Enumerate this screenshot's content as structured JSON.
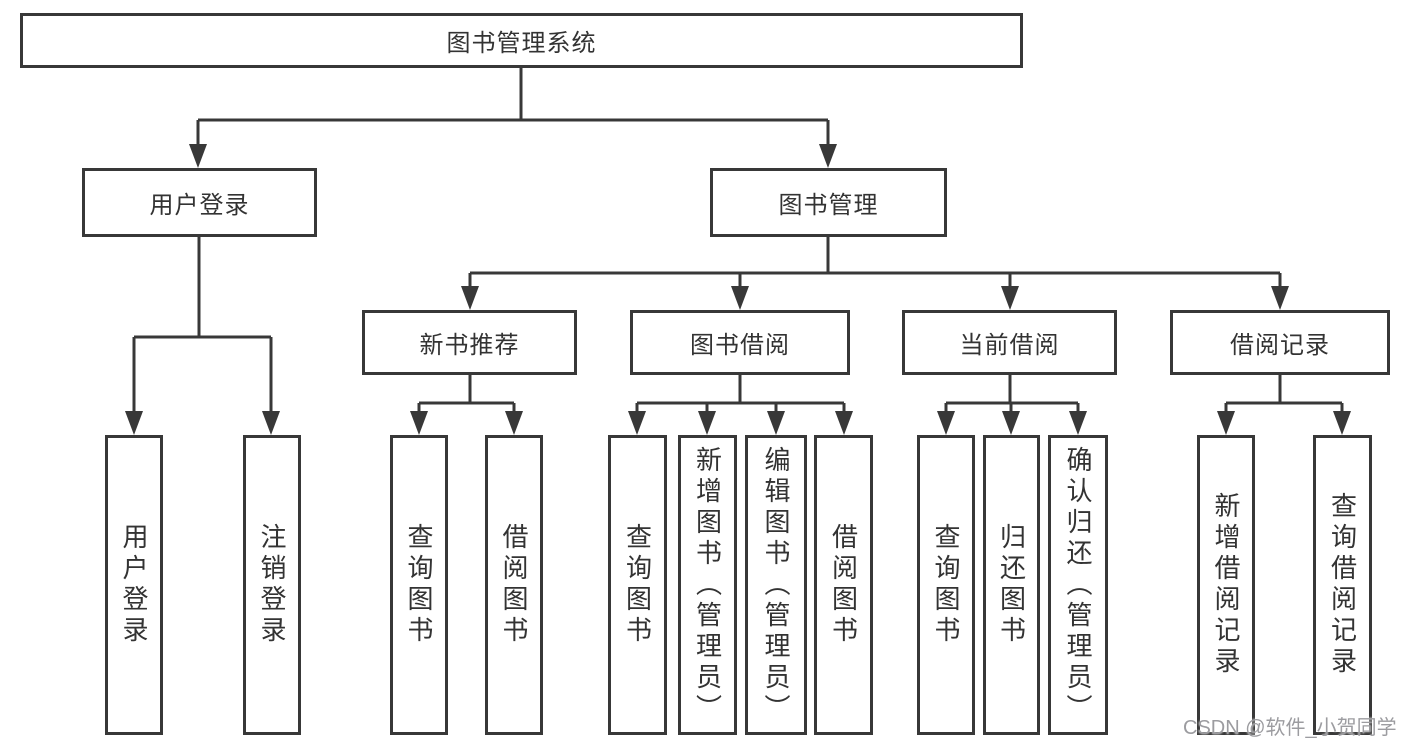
{
  "diagram": {
    "root": {
      "label": "图书管理系统"
    },
    "branches": [
      {
        "label": "用户登录",
        "children": [
          {
            "label": "用户登录"
          },
          {
            "label": "注销登录"
          }
        ]
      },
      {
        "label": "图书管理",
        "children": [
          {
            "label": "新书推荐",
            "children": [
              {
                "label": "查询图书"
              },
              {
                "label": "借阅图书"
              }
            ]
          },
          {
            "label": "图书借阅",
            "children": [
              {
                "label": "查询图书"
              },
              {
                "label": "新增图书（管理员）"
              },
              {
                "label": "编辑图书（管理员）"
              },
              {
                "label": "借阅图书"
              }
            ]
          },
          {
            "label": "当前借阅",
            "children": [
              {
                "label": "查询图书"
              },
              {
                "label": "归还图书"
              },
              {
                "label": "确认归还（管理员）"
              }
            ]
          },
          {
            "label": "借阅记录",
            "children": [
              {
                "label": "新增借阅记录"
              },
              {
                "label": "查询借阅记录"
              }
            ]
          }
        ]
      }
    ]
  },
  "watermark": {
    "text": "CSDN @软件_小贺同学"
  },
  "colors": {
    "line": "#383838",
    "text": "#333333",
    "watermark": "#9c9ca0",
    "background": "#ffffff"
  }
}
